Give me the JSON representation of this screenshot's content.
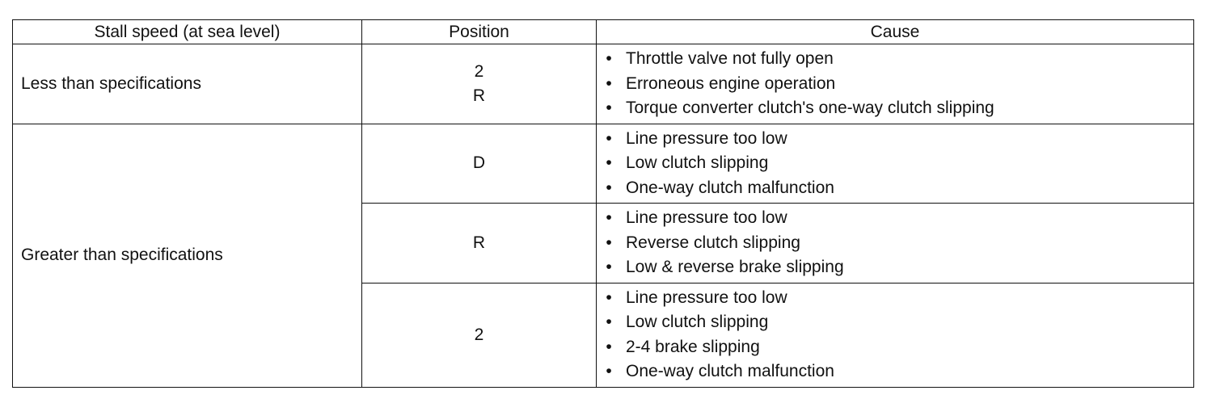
{
  "headers": {
    "stall_speed": "Stall speed (at sea level)",
    "position": "Position",
    "cause": "Cause"
  },
  "bullet": "•",
  "rows": [
    {
      "stall_speed": "Less than specifications",
      "positions": [
        "2",
        "R"
      ],
      "causes": [
        "Throttle valve not fully open",
        "Erroneous engine operation",
        "Torque converter clutch's one-way clutch slipping"
      ]
    },
    {
      "stall_speed": "Greater than specifications",
      "positions": [
        "D"
      ],
      "causes": [
        "Line pressure too low",
        "Low clutch slipping",
        "One-way clutch malfunction"
      ]
    },
    {
      "positions": [
        "R"
      ],
      "causes": [
        "Line pressure too low",
        "Reverse clutch slipping",
        "Low & reverse brake slipping"
      ]
    },
    {
      "positions": [
        "2"
      ],
      "causes": [
        "Line pressure too low",
        "Low clutch slipping",
        "2-4 brake slipping",
        "One-way clutch malfunction"
      ]
    }
  ]
}
